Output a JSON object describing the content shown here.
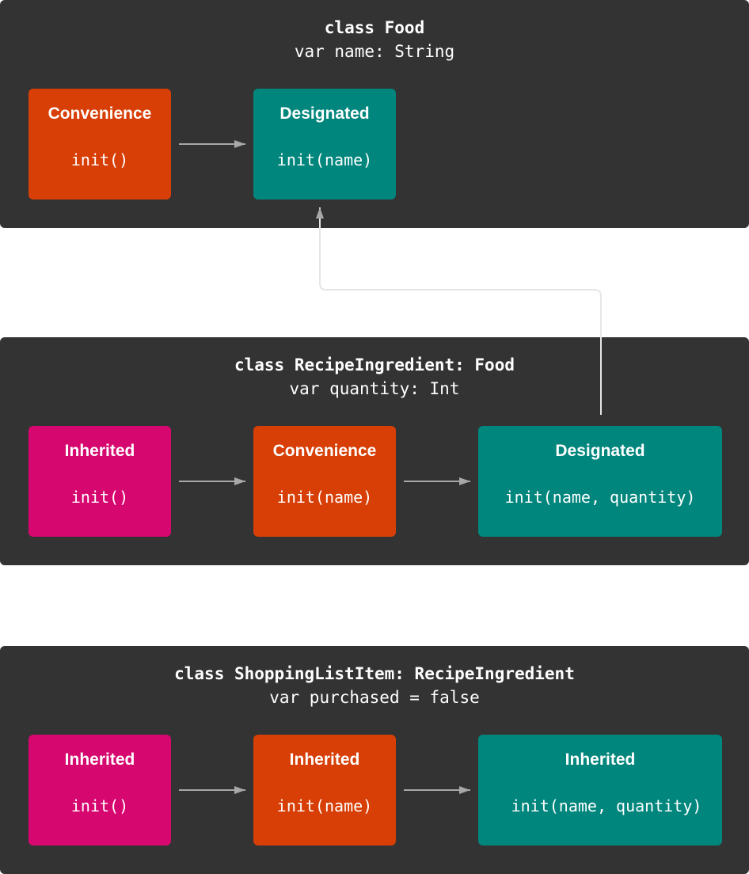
{
  "colors": {
    "background": "#ffffff",
    "panel": "#333333",
    "convenience": "#d73f06",
    "designated": "#00867c",
    "inherited": "#d6076f",
    "arrow": "#a8a8a8",
    "text": "#ffffff"
  },
  "panels": [
    {
      "title": "class Food",
      "subtitle": "var name: String",
      "boxes": [
        {
          "kind": "Convenience",
          "init": "init()",
          "color": "convenience"
        },
        {
          "kind": "Designated",
          "init": "init(name)",
          "color": "designated"
        }
      ]
    },
    {
      "title": "class RecipeIngredient: Food",
      "subtitle": "var quantity: Int",
      "boxes": [
        {
          "kind": "Inherited",
          "init": "init()",
          "color": "inherited"
        },
        {
          "kind": "Convenience",
          "init": "init(name)",
          "color": "convenience"
        },
        {
          "kind": "Designated",
          "init": "init(name, quantity)",
          "color": "designated"
        }
      ]
    },
    {
      "title": "class ShoppingListItem: RecipeIngredient",
      "subtitle": "var purchased = false",
      "boxes": [
        {
          "kind": "Inherited",
          "init": "init()",
          "color": "inherited"
        },
        {
          "kind": "Inherited",
          "init": "init(name)",
          "color": "inherited"
        },
        {
          "kind": "Inherited",
          "init": "init(name, quantity)",
          "color": "designated"
        }
      ]
    }
  ]
}
